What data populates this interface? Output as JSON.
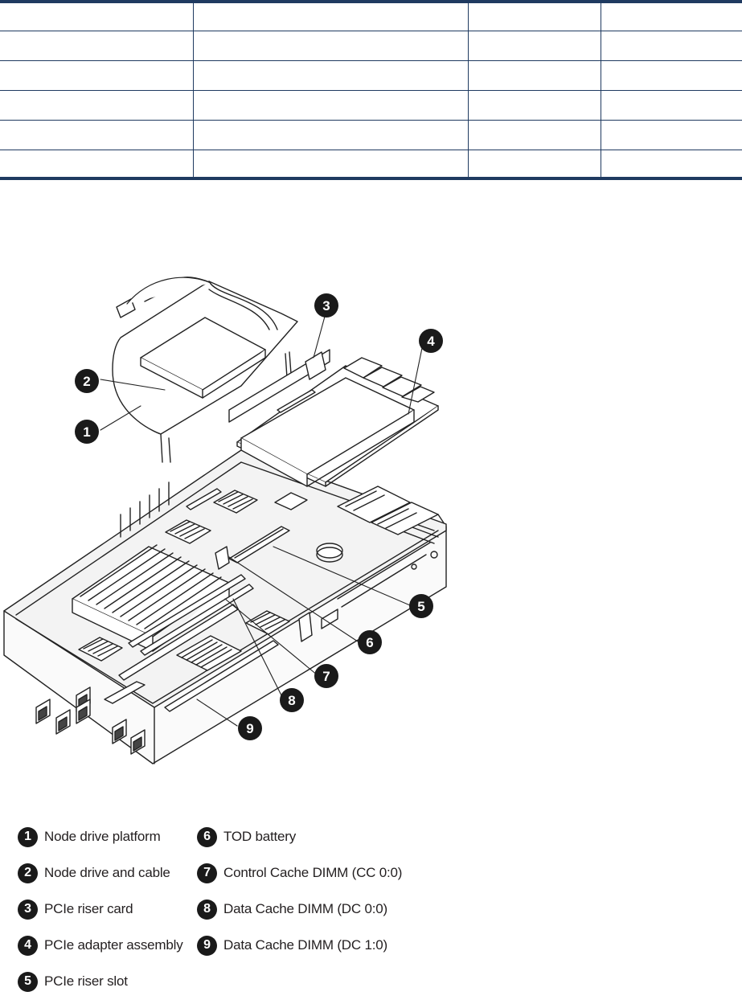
{
  "table": {
    "rows": [
      [
        "",
        "",
        "",
        ""
      ],
      [
        "",
        "",
        "",
        ""
      ],
      [
        "",
        "",
        "",
        ""
      ],
      [
        "",
        "",
        "",
        ""
      ],
      [
        "",
        "",
        "",
        ""
      ],
      [
        "",
        "",
        "",
        ""
      ]
    ]
  },
  "figure": {
    "callouts": [
      "1",
      "2",
      "3",
      "4",
      "5",
      "6",
      "7",
      "8",
      "9"
    ]
  },
  "legend": {
    "items": [
      {
        "number": "1",
        "label": "Node drive platform"
      },
      {
        "number": "2",
        "label": "Node drive and cable"
      },
      {
        "number": "3",
        "label": "PCIe riser card"
      },
      {
        "number": "4",
        "label": "PCIe adapter assembly"
      },
      {
        "number": "5",
        "label": "PCIe riser slot"
      },
      {
        "number": "6",
        "label": "TOD battery"
      },
      {
        "number": "7",
        "label": "Control Cache DIMM (CC 0:0)"
      },
      {
        "number": "8",
        "label": "Data Cache DIMM (DC 0:0)"
      },
      {
        "number": "9",
        "label": "Data Cache DIMM (DC 1:0)"
      }
    ]
  }
}
